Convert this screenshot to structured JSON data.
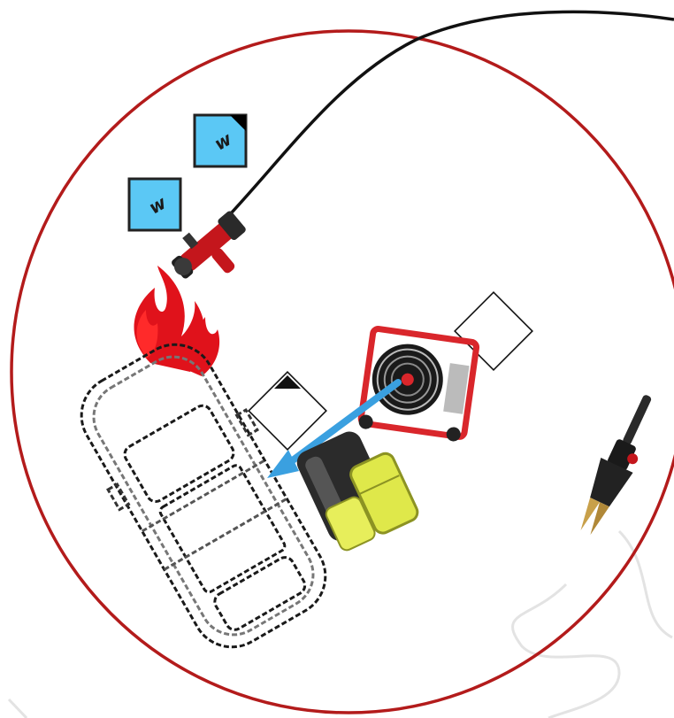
{
  "scene": {
    "description_free": true,
    "colors": {
      "boundary_ring": "#b31b1b",
      "hose_line": "#111111",
      "water_tag_fill": "#5bc8f5",
      "flame_red": "#e0121b",
      "airflow_arrow": "#3aa0e0",
      "fan_frame": "#d9262b",
      "sketch_light_gray": "#d9d9d9"
    },
    "markers": {
      "water_tag_1_letter": "w",
      "water_tag_2_letter": "w"
    },
    "icons": [
      "boundary-ring",
      "hose-line",
      "water-supply-marker",
      "hose-nozzle-icon",
      "fire-icon",
      "vehicle-outline",
      "ppv-fan-icon",
      "airflow-arrow",
      "position-diamond",
      "breathing-apparatus-icon",
      "hydraulic-cutter-icon"
    ]
  }
}
